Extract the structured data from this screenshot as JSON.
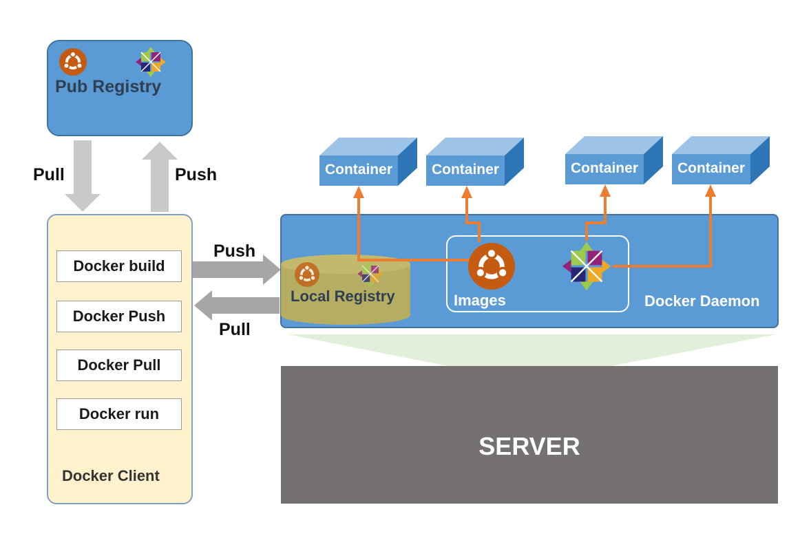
{
  "pub_registry": {
    "title": "Pub Registry"
  },
  "arrows": {
    "pull_left": "Pull",
    "push_left": "Push",
    "push_mid": "Push",
    "pull_mid": "Pull"
  },
  "client": {
    "title": "Docker Client",
    "commands": [
      "Docker build",
      "Docker Push",
      "Docker Pull",
      "Docker run"
    ]
  },
  "daemon": {
    "title": "Docker Daemon",
    "local_registry": "Local Registry",
    "images": "Images"
  },
  "containers": [
    "Container",
    "Container",
    "Container",
    "Container"
  ],
  "server": {
    "title": "SERVER"
  },
  "colors": {
    "blue": "#5b9bd5",
    "orange": "#ed7d31",
    "ubuntu": "#c55a11",
    "client_bg": "#fff2cc",
    "server": "#767171"
  },
  "icons": [
    "ubuntu-logo-icon",
    "centos-logo-icon"
  ]
}
